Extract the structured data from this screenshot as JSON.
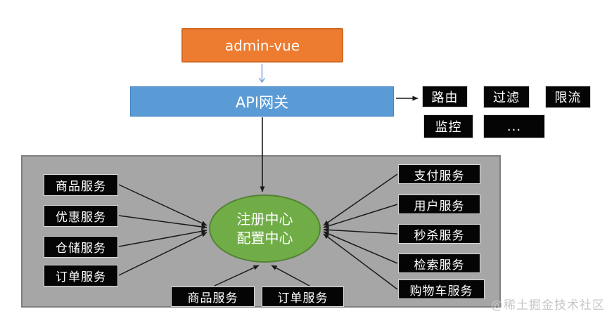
{
  "diagram": {
    "admin_box": {
      "label": "admin-vue"
    },
    "gateway_box": {
      "label": "API网关"
    },
    "gateway_features": {
      "routing": "路由",
      "filtering": "过滤",
      "rate_limit": "限流",
      "monitoring": "监控",
      "more": "..."
    },
    "registry": {
      "line1": "注册中心",
      "line2": "配置中心"
    },
    "left_services": [
      "商品服务",
      "优惠服务",
      "仓储服务",
      "订单服务"
    ],
    "right_services": [
      "支付服务",
      "用户服务",
      "秒杀服务",
      "检索服务",
      "购物车服务"
    ],
    "bottom_services": [
      "商品服务",
      "订单服务"
    ],
    "watermark": "@稀土掘金技术社区",
    "colors": {
      "admin_fill": "#ED7C31",
      "gateway_fill": "#5B9BD5",
      "registry_fill": "#70AD47",
      "panel_fill": "#A6A6A6",
      "service_fill": "#000000",
      "arrow_black": "#1a1a1a",
      "arrow_blue": "#6f9ed6"
    }
  }
}
